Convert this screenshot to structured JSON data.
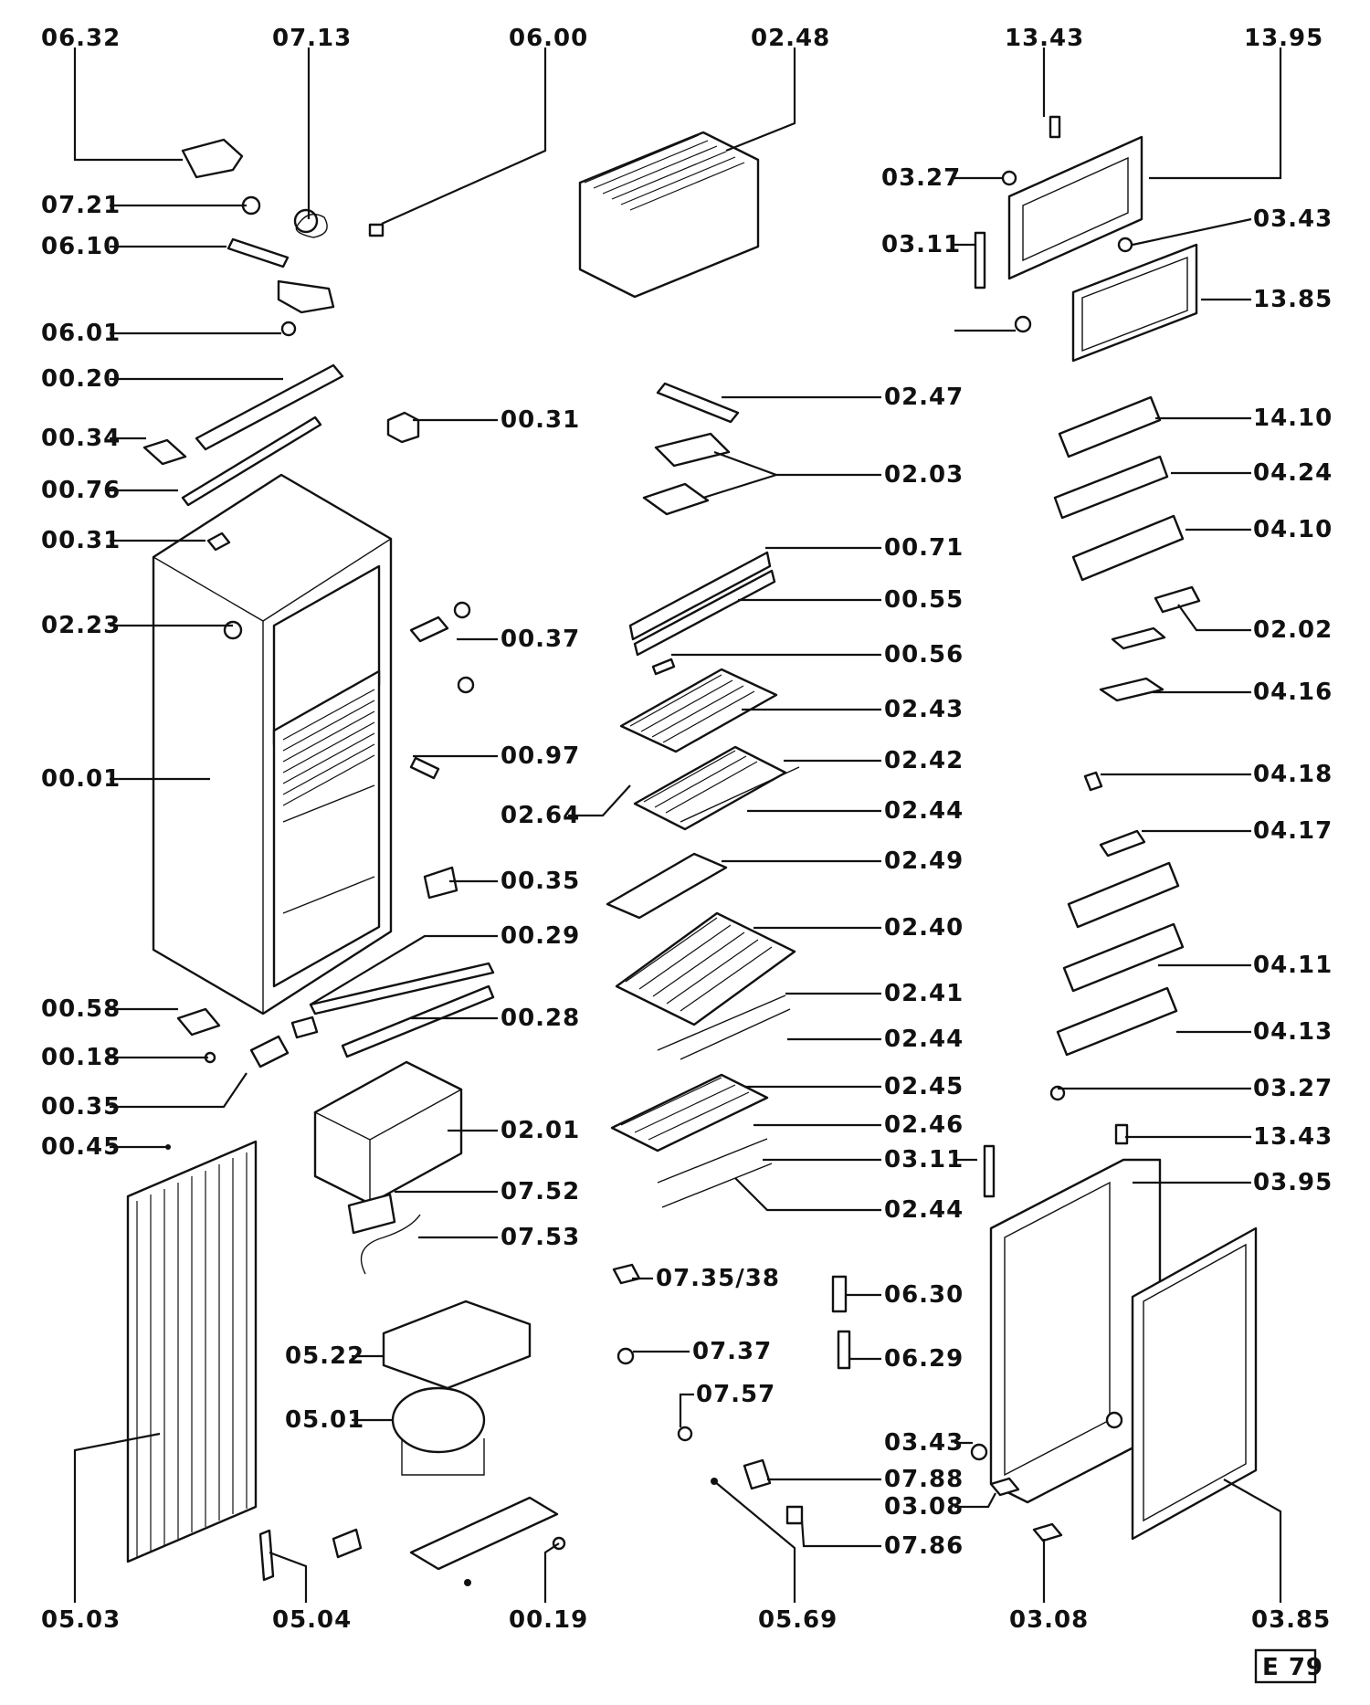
{
  "diagram_code": "E 79",
  "part_labels": [
    "06.32",
    "07.13",
    "06.00",
    "02.48",
    "13.43",
    "13.95",
    "07.21",
    "06.10",
    "06.01",
    "03.27",
    "03.11",
    "03.43",
    "13.85",
    "00.20",
    "00.34",
    "00.76",
    "00.31",
    "02.47",
    "02.03",
    "14.10",
    "04.24",
    "04.10",
    "00.31",
    "02.23",
    "00.37",
    "00.71",
    "00.55",
    "00.56",
    "02.02",
    "04.16",
    "02.43",
    "02.42",
    "00.97",
    "00.01",
    "02.64",
    "02.44",
    "04.18",
    "04.17",
    "00.35",
    "02.49",
    "02.40",
    "00.29",
    "04.11",
    "02.41",
    "00.58",
    "00.28",
    "02.44",
    "04.13",
    "00.18",
    "02.45",
    "03.27",
    "00.35",
    "02.46",
    "02.01",
    "00.45",
    "03.11",
    "13.43",
    "03.95",
    "07.52",
    "02.44",
    "07.53",
    "07.35/38",
    "06.30",
    "05.22",
    "07.37",
    "06.29",
    "07.57",
    "05.01",
    "03.43",
    "07.88",
    "03.08",
    "07.86",
    "05.03",
    "05.04",
    "00.19",
    "05.69",
    "03.08",
    "03.85"
  ]
}
